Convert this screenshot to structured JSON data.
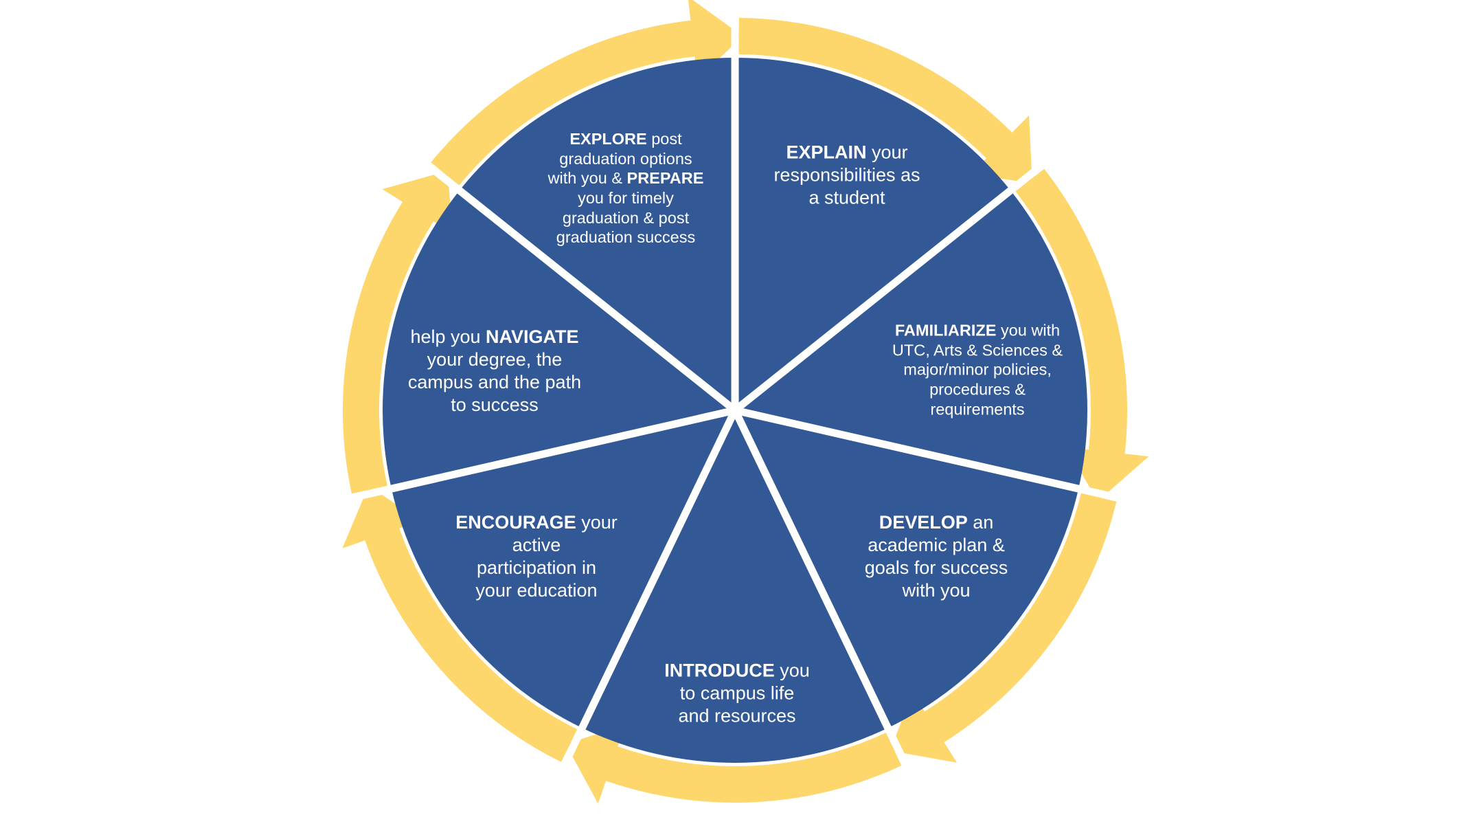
{
  "colors": {
    "segment_fill": "#325896",
    "arrow_fill": "#FDD76C",
    "text": "#FFFFFF",
    "background": "#FFFFFF"
  },
  "segments": [
    {
      "id": "explain",
      "lines": [
        [
          {
            "t": "EXPLAIN",
            "b": true
          },
          {
            "t": " your"
          }
        ],
        [
          {
            "t": "responsibilities as"
          }
        ],
        [
          {
            "t": "a student"
          }
        ]
      ]
    },
    {
      "id": "familiarize",
      "lines": [
        [
          {
            "t": "FAMILIARIZE",
            "b": true
          },
          {
            "t": " you with"
          }
        ],
        [
          {
            "t": "UTC, Arts & Sciences &"
          }
        ],
        [
          {
            "t": "major/minor policies,"
          }
        ],
        [
          {
            "t": "procedures &"
          }
        ],
        [
          {
            "t": "requirements"
          }
        ]
      ]
    },
    {
      "id": "develop",
      "lines": [
        [
          {
            "t": "DEVELOP",
            "b": true
          },
          {
            "t": " an"
          }
        ],
        [
          {
            "t": "academic plan &"
          }
        ],
        [
          {
            "t": "goals for success"
          }
        ],
        [
          {
            "t": "with you"
          }
        ]
      ]
    },
    {
      "id": "introduce",
      "lines": [
        [
          {
            "t": "INTRODUCE",
            "b": true
          },
          {
            "t": " you"
          }
        ],
        [
          {
            "t": "to campus life"
          }
        ],
        [
          {
            "t": "and resources"
          }
        ]
      ]
    },
    {
      "id": "encourage",
      "lines": [
        [
          {
            "t": "ENCOURAGE",
            "b": true
          },
          {
            "t": " your"
          }
        ],
        [
          {
            "t": "active"
          }
        ],
        [
          {
            "t": "participation in"
          }
        ],
        [
          {
            "t": "your education"
          }
        ]
      ]
    },
    {
      "id": "navigate",
      "lines": [
        [
          {
            "t": "help you "
          },
          {
            "t": "NAVIGATE",
            "b": true
          }
        ],
        [
          {
            "t": "your degree, the"
          }
        ],
        [
          {
            "t": "campus and the path"
          }
        ],
        [
          {
            "t": "to success"
          }
        ]
      ]
    },
    {
      "id": "explore",
      "lines": [
        [
          {
            "t": "EXPLORE",
            "b": true
          },
          {
            "t": " post"
          }
        ],
        [
          {
            "t": "graduation options"
          }
        ],
        [
          {
            "t": "with you & "
          },
          {
            "t": "PREPARE",
            "b": true
          }
        ],
        [
          {
            "t": "you for timely"
          }
        ],
        [
          {
            "t": "graduation & post"
          }
        ],
        [
          {
            "t": "graduation success"
          }
        ]
      ]
    }
  ]
}
